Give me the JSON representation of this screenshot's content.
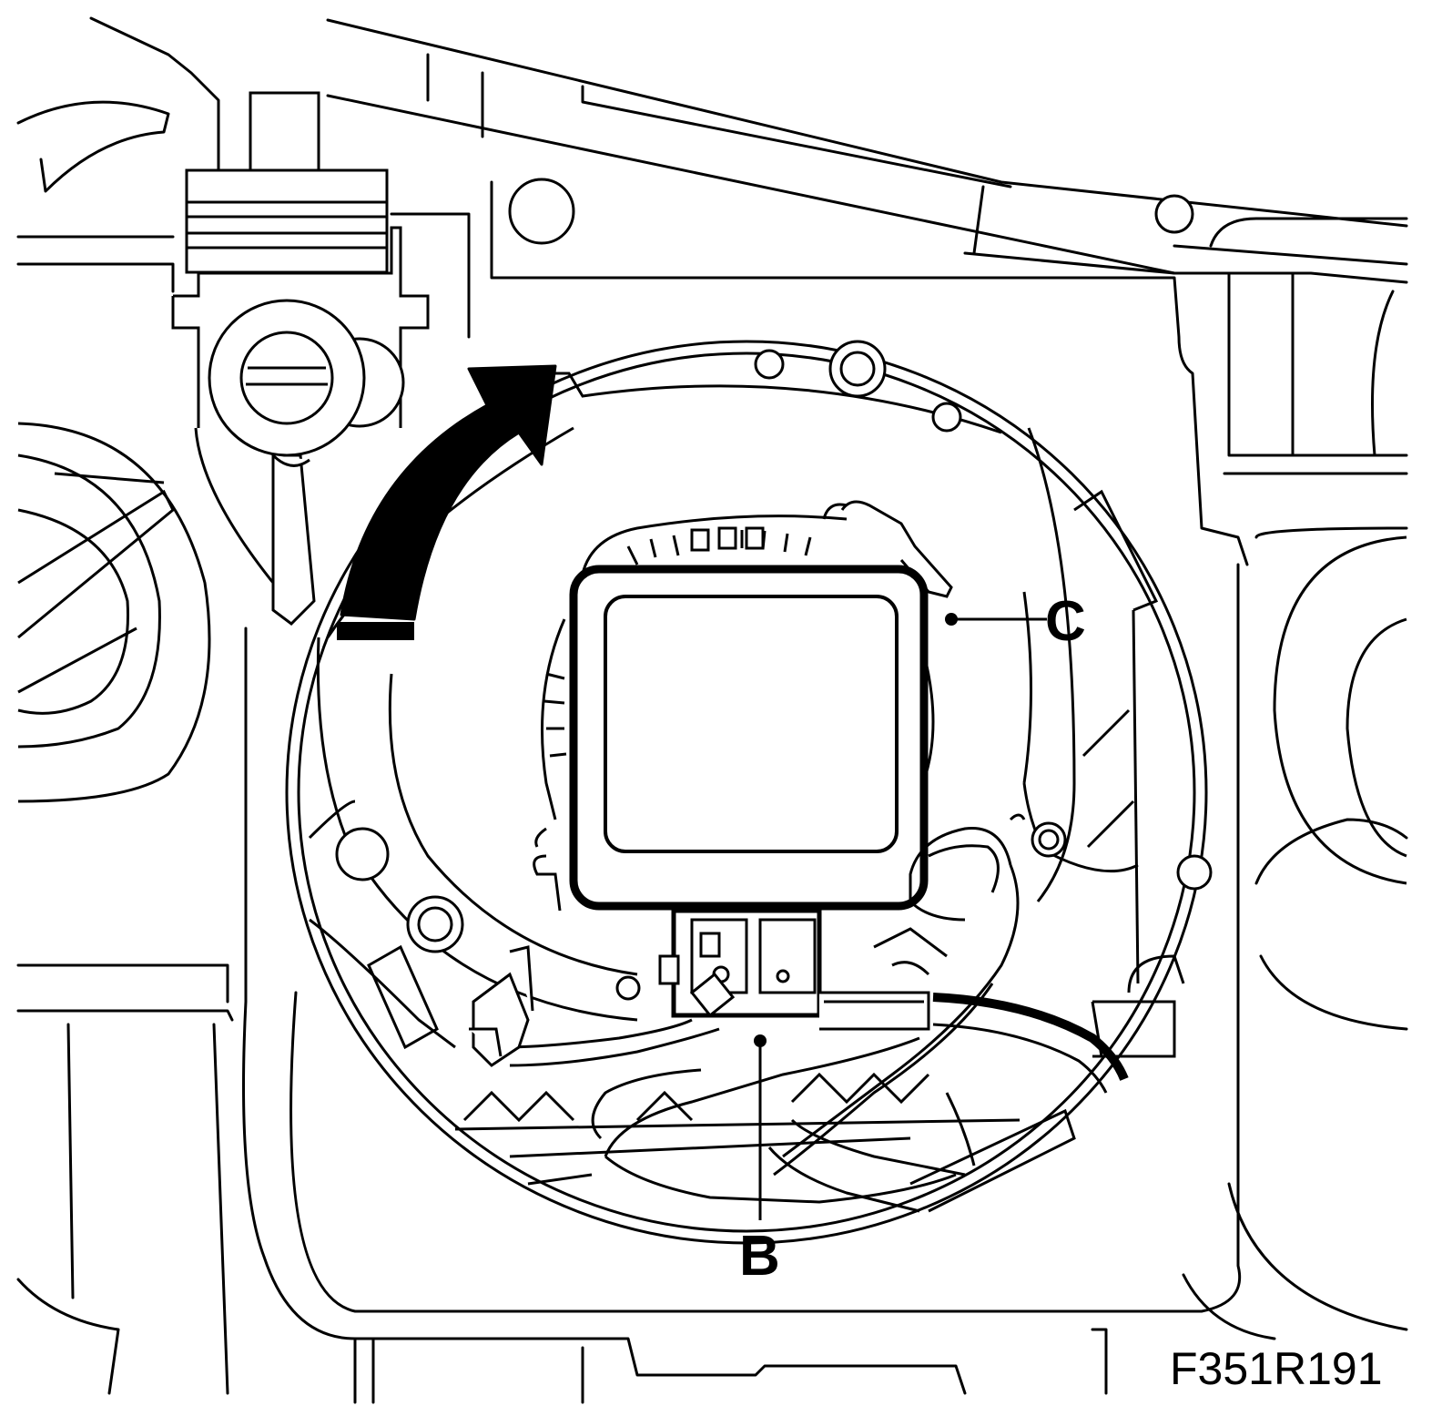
{
  "figure": {
    "id": "F351R191",
    "callouts": {
      "b": "B",
      "c": "C"
    },
    "line_color": "#000000",
    "background_color": "#ffffff"
  }
}
